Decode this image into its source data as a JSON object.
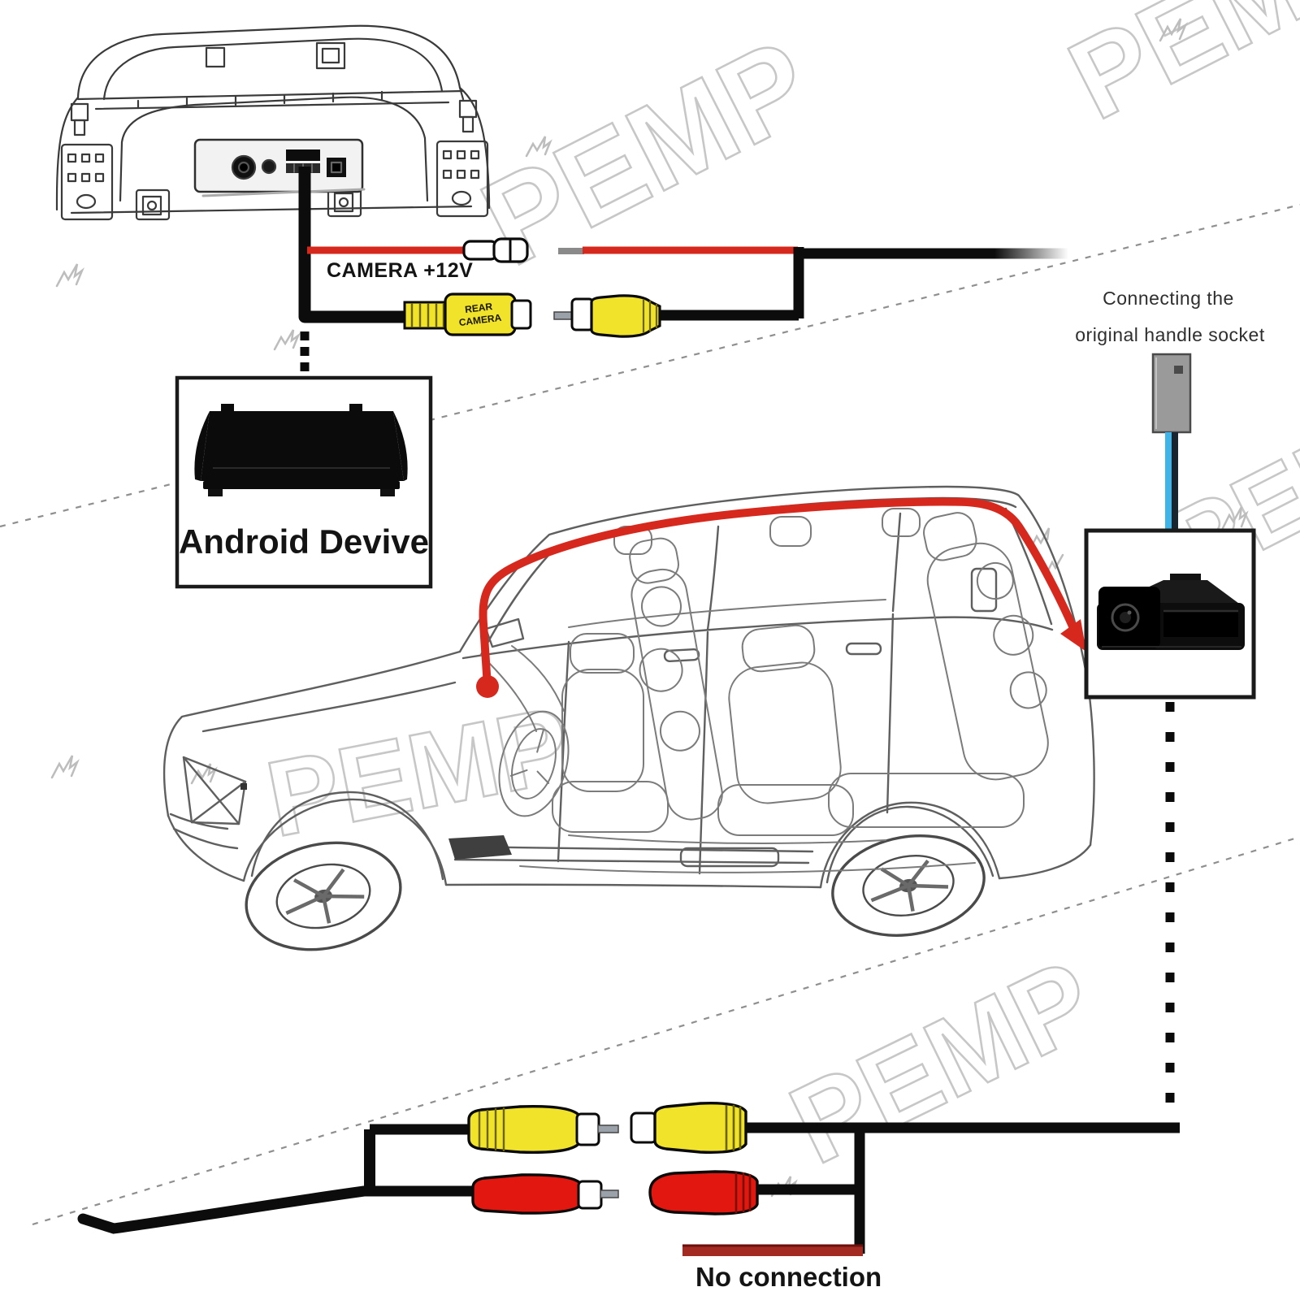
{
  "watermark": {
    "text": "PEMP"
  },
  "head_unit": {
    "power_wire_label": "CAMERA +12V"
  },
  "rca_female": {
    "line1": "REAR",
    "line2": "CAMERA"
  },
  "android_box": {
    "label": "Android Devive"
  },
  "handle_note": {
    "line1": "Connecting the",
    "line2": "original handle socket"
  },
  "bottom": {
    "no_connection_label": "No connection"
  },
  "colors": {
    "wire_red": "#d7281d",
    "rca_yellow": "#f0e32a",
    "rca_red": "#e21710",
    "cable_black": "#0c0c0c",
    "wire_blue": "#41b3e6",
    "wire_blue_dark": "#18242f",
    "no_connection_wire": "#a32a23",
    "socket_gray": "#9a9a9a"
  }
}
